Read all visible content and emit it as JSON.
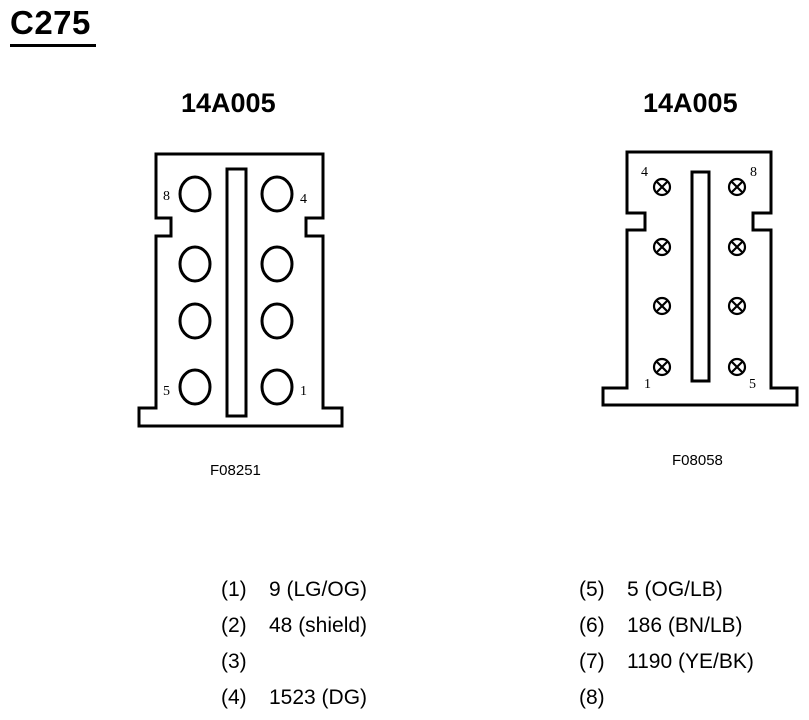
{
  "connector": {
    "title": "C275",
    "left_part_number": "14A005",
    "right_part_number": "14A005",
    "left_figure_id": "F08251",
    "right_figure_id": "F08058",
    "left_pin_labels": {
      "top_left": "8",
      "top_right": "4",
      "bottom_left": "5",
      "bottom_right": "1"
    },
    "right_pin_labels": {
      "top_left": "4",
      "top_right": "8",
      "bottom_left": "1",
      "bottom_right": "5"
    }
  },
  "pins_left": [
    {
      "num": "(1)",
      "desc": "9 (LG/OG)"
    },
    {
      "num": "(2)",
      "desc": "48 (shield)"
    },
    {
      "num": "(3)",
      "desc": ""
    },
    {
      "num": "(4)",
      "desc": "1523 (DG)"
    }
  ],
  "pins_right": [
    {
      "num": "(5)",
      "desc": "5 (OG/LB)"
    },
    {
      "num": "(6)",
      "desc": "186 (BN/LB)"
    },
    {
      "num": "(7)",
      "desc": "1190 (YE/BK)"
    },
    {
      "num": "(8)",
      "desc": ""
    }
  ]
}
